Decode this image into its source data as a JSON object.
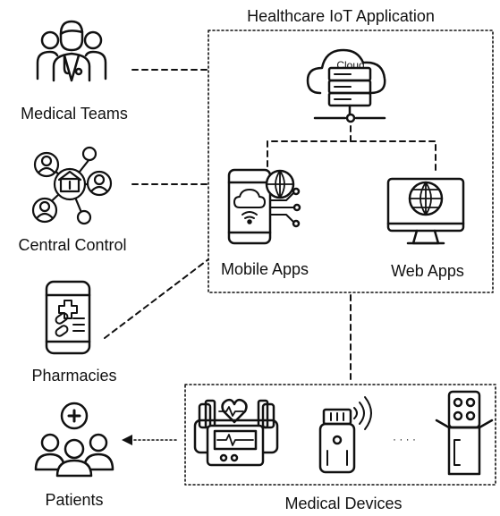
{
  "title": "Healthcare IoT Application",
  "cloud_label": "Cloud",
  "stakeholders": {
    "medical_teams": "Medical Teams",
    "central_control": "Central Control",
    "pharmacies": "Pharmacies",
    "patients": "Patients"
  },
  "apps": {
    "mobile": "Mobile Apps",
    "web": "Web Apps"
  },
  "devices": {
    "label": "Medical Devices",
    "ellipsis": "· · · ·"
  },
  "icons": [
    "doctors-icon",
    "network-icon",
    "prescription-phone-icon",
    "patients-plus-icon",
    "cloud-server-icon",
    "smartphone-globe-icon",
    "monitor-globe-icon",
    "blood-pressure-monitor-icon",
    "wireless-device-icon",
    "pill-box-icon"
  ]
}
